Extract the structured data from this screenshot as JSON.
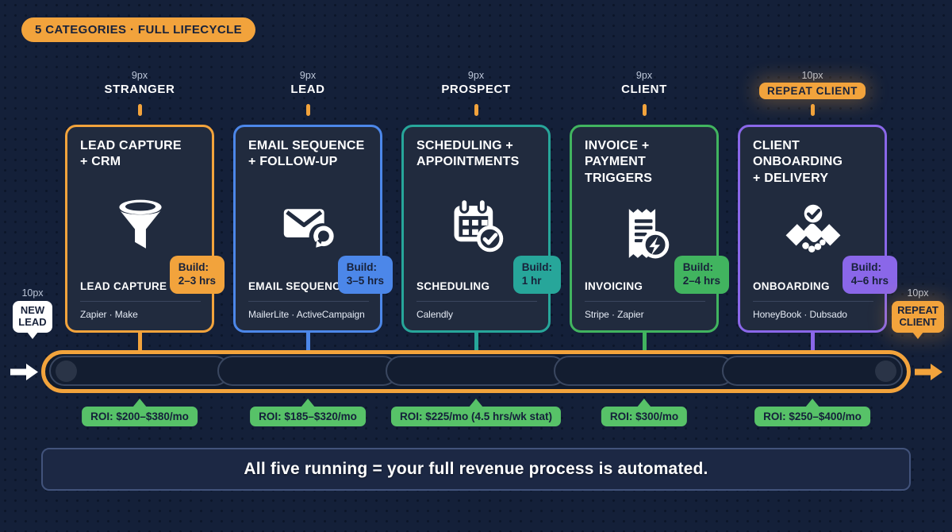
{
  "header_badge": "5 CATEGORIES · FULL LIFECYCLE",
  "stages": [
    {
      "size": "9px",
      "name": "STRANGER"
    },
    {
      "size": "9px",
      "name": "LEAD"
    },
    {
      "size": "9px",
      "name": "PROSPECT"
    },
    {
      "size": "9px",
      "name": "CLIENT"
    },
    {
      "size": "10px",
      "name": "REPEAT CLIENT"
    }
  ],
  "cards": [
    {
      "title": "LEAD CAPTURE\n+ CRM",
      "icon": "funnel-icon",
      "label": "LEAD CAPTURE",
      "build": "Build:\n2–3 hrs",
      "tools": "Zapier · Make",
      "roi": "ROI: $200–$380/mo",
      "accent": "#F2A33C"
    },
    {
      "title": "EMAIL SEQUENCE\n+ FOLLOW-UP",
      "icon": "email-refresh-icon",
      "label": "EMAIL SEQUENCES",
      "build": "Build:\n3–5 hrs",
      "tools": "MailerLite · ActiveCampaign",
      "roi": "ROI: $185–$320/mo",
      "accent": "#4C87E9"
    },
    {
      "title": "SCHEDULING +\nAPPOINTMENTS",
      "icon": "calendar-check-icon",
      "label": "SCHEDULING",
      "build": "Build:\n1 hr",
      "tools": "Calendly",
      "roi": "ROI: $225/mo (4.5 hrs/wk stat)",
      "accent": "#27A69A"
    },
    {
      "title": "INVOICE +\nPAYMENT TRIGGERS",
      "icon": "receipt-bolt-icon",
      "label": "INVOICING",
      "build": "Build:\n2–4 hrs",
      "tools": "Stripe · Zapier",
      "roi": "ROI: $300/mo",
      "accent": "#41B45F"
    },
    {
      "title": "CLIENT ONBOARDING\n+ DELIVERY",
      "icon": "handshake-check-icon",
      "label": "ONBOARDING",
      "build": "Build:\n4–6 hrs",
      "tools": "HoneyBook · Dubsado",
      "roi": "ROI: $250–$400/mo",
      "accent": "#8A67E9"
    }
  ],
  "flow": {
    "entry_size": "10px",
    "entry_label": "NEW\nLEAD",
    "exit_size": "10px",
    "exit_label": "REPEAT\nCLIENT"
  },
  "banner": "All five running = your full revenue process is automated.",
  "colors": {
    "background": "#142039",
    "card_fill": "#212B3E",
    "pipeline_border": "#F2A33C",
    "roi_badge": "#57C268",
    "accent_orange": "#F2A33C",
    "accent_blue": "#4C87E9",
    "accent_teal": "#27A69A",
    "accent_green": "#41B45F",
    "accent_purple": "#8A67E9"
  }
}
